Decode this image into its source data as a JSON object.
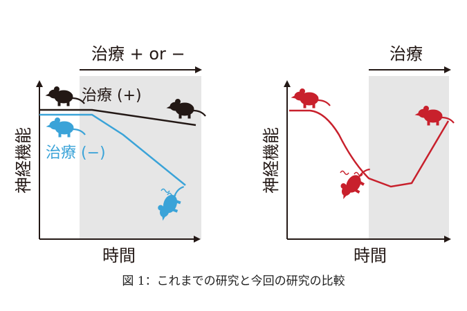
{
  "left_panel": {
    "treatment_arrow_label": "治療 + or −",
    "ylabel": "神経機能",
    "xlabel": "時間",
    "series_black_label": "治療 (+)",
    "series_blue_label": "治療 (−)",
    "colors": {
      "black": "#231815",
      "blue": "#3aa3d8",
      "shade": "#e6e6e6"
    }
  },
  "right_panel": {
    "treatment_arrow_label": "治療",
    "ylabel": "神経機能",
    "xlabel": "時間",
    "colors": {
      "red": "#c8202c",
      "shade": "#e6e6e6"
    }
  },
  "caption": "図 1：これまでの研究と今回の研究の比較"
}
